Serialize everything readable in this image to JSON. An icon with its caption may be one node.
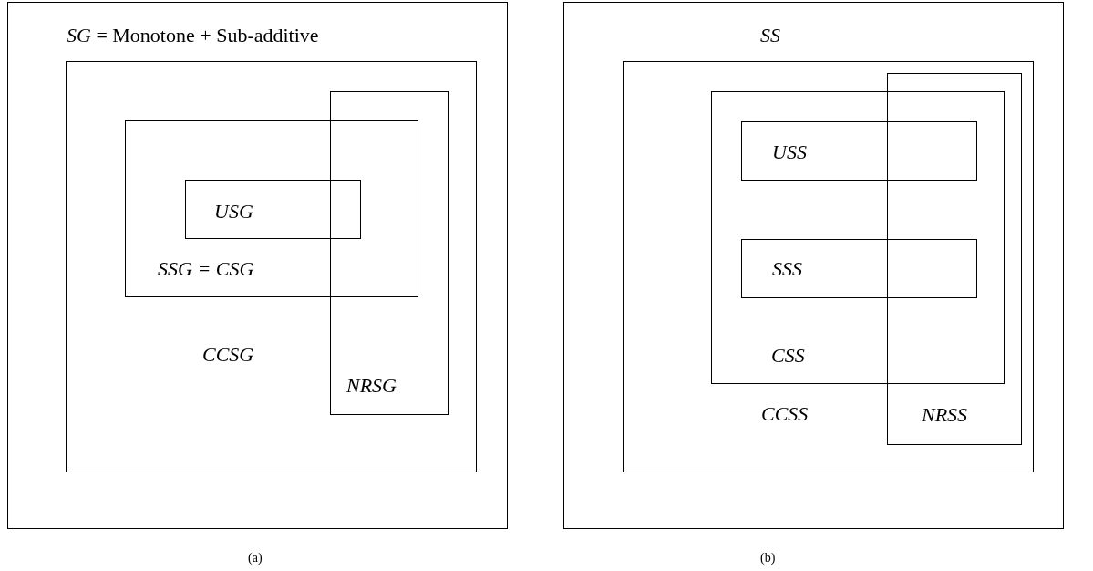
{
  "diagram": {
    "nodes": [
      {
        "text": [
          "*SG* = Monotone + Sub-additive"
        ]
      },
      {
        "text": [
          "CCSG"
        ],
        "in": 0
      },
      {
        "text": [
          "SSG = CSG"
        ],
        "in": 1
      },
      {
        "text": [
          "USG"
        ],
        "in": 2
      },
      {
        "text": [
          "NRSG"
        ],
        "in": 1
      },
      {
        "text": [
          "SS"
        ]
      },
      {
        "text": [
          "CCSS"
        ],
        "in": 5
      },
      {
        "text": [
          "CSS"
        ],
        "in": 6
      },
      {
        "text": [
          "USS"
        ],
        "in": 7
      },
      {
        "text": [
          "SSS"
        ],
        "in": 7
      },
      {
        "text": [
          "NRSS"
        ],
        "in": 6
      }
    ],
    "labels": [
      "(a)",
      "(b)"
    ]
  }
}
